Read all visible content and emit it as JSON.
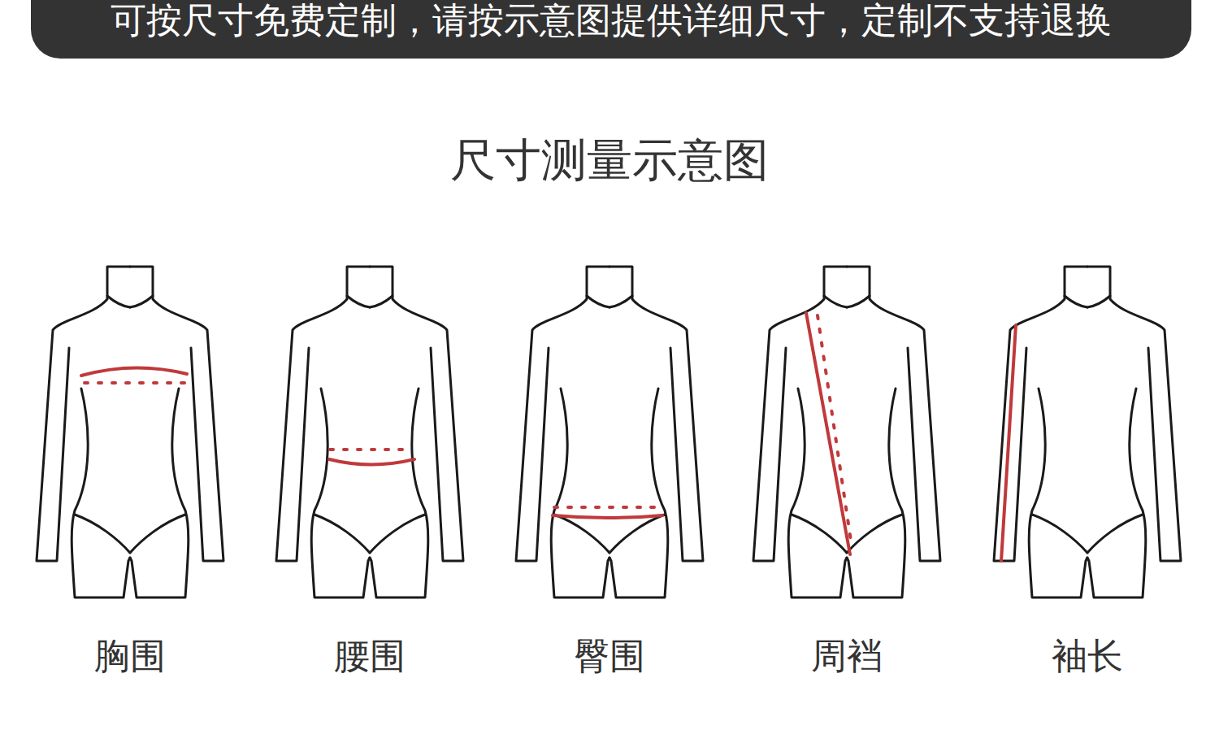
{
  "diagram": {
    "title": "尺寸测量示意图",
    "nodes": [
      {
        "text": [
          "可按尺寸免费定制，请按示意图提供详细尺寸，定制不支持退换"
        ]
      }
    ],
    "labels": [
      "胸围",
      "腰围",
      "臀围",
      "周裆",
      "袖长"
    ]
  }
}
